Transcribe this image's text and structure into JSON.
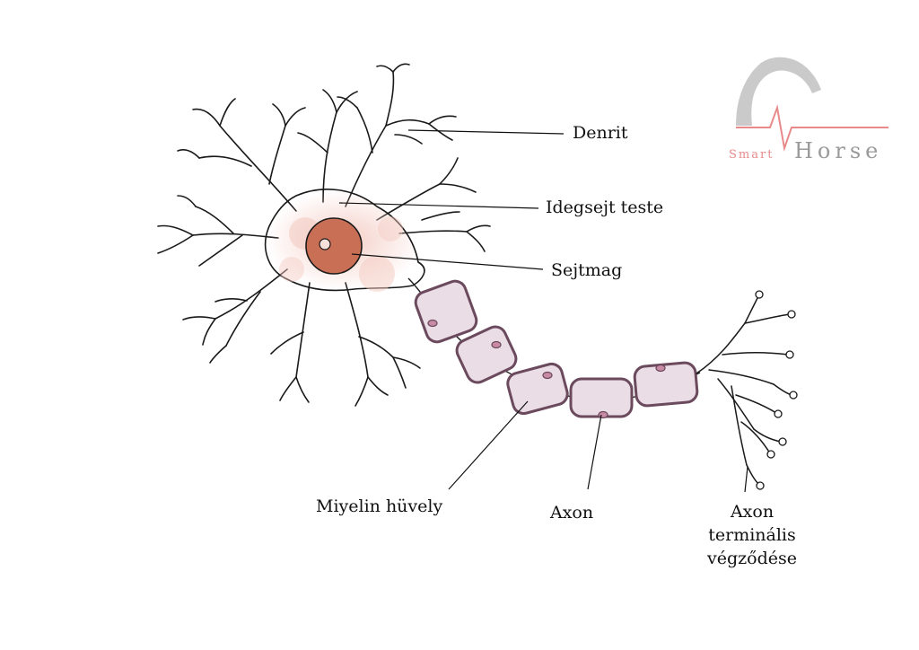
{
  "labels": {
    "dendrite": "Denrit",
    "cell_body": "Idegsejt teste",
    "nucleus": "Sejtmag",
    "myelin": "Miyelin hüvely",
    "axon": "Axon",
    "terminal_line1": "Axon",
    "terminal_line2": "terminális",
    "terminal_line3": "végződése"
  },
  "logo": {
    "prefix": "Smart",
    "suffix": "Horse"
  },
  "colors": {
    "nucleus": "#c96f55",
    "myelin_fill": "#eadde5",
    "myelin_stroke": "#6b4a5e",
    "cytoplasm_tint": "#f3c9c0",
    "logo_red": "#e88a8a",
    "logo_gray": "#9a9a9a"
  }
}
